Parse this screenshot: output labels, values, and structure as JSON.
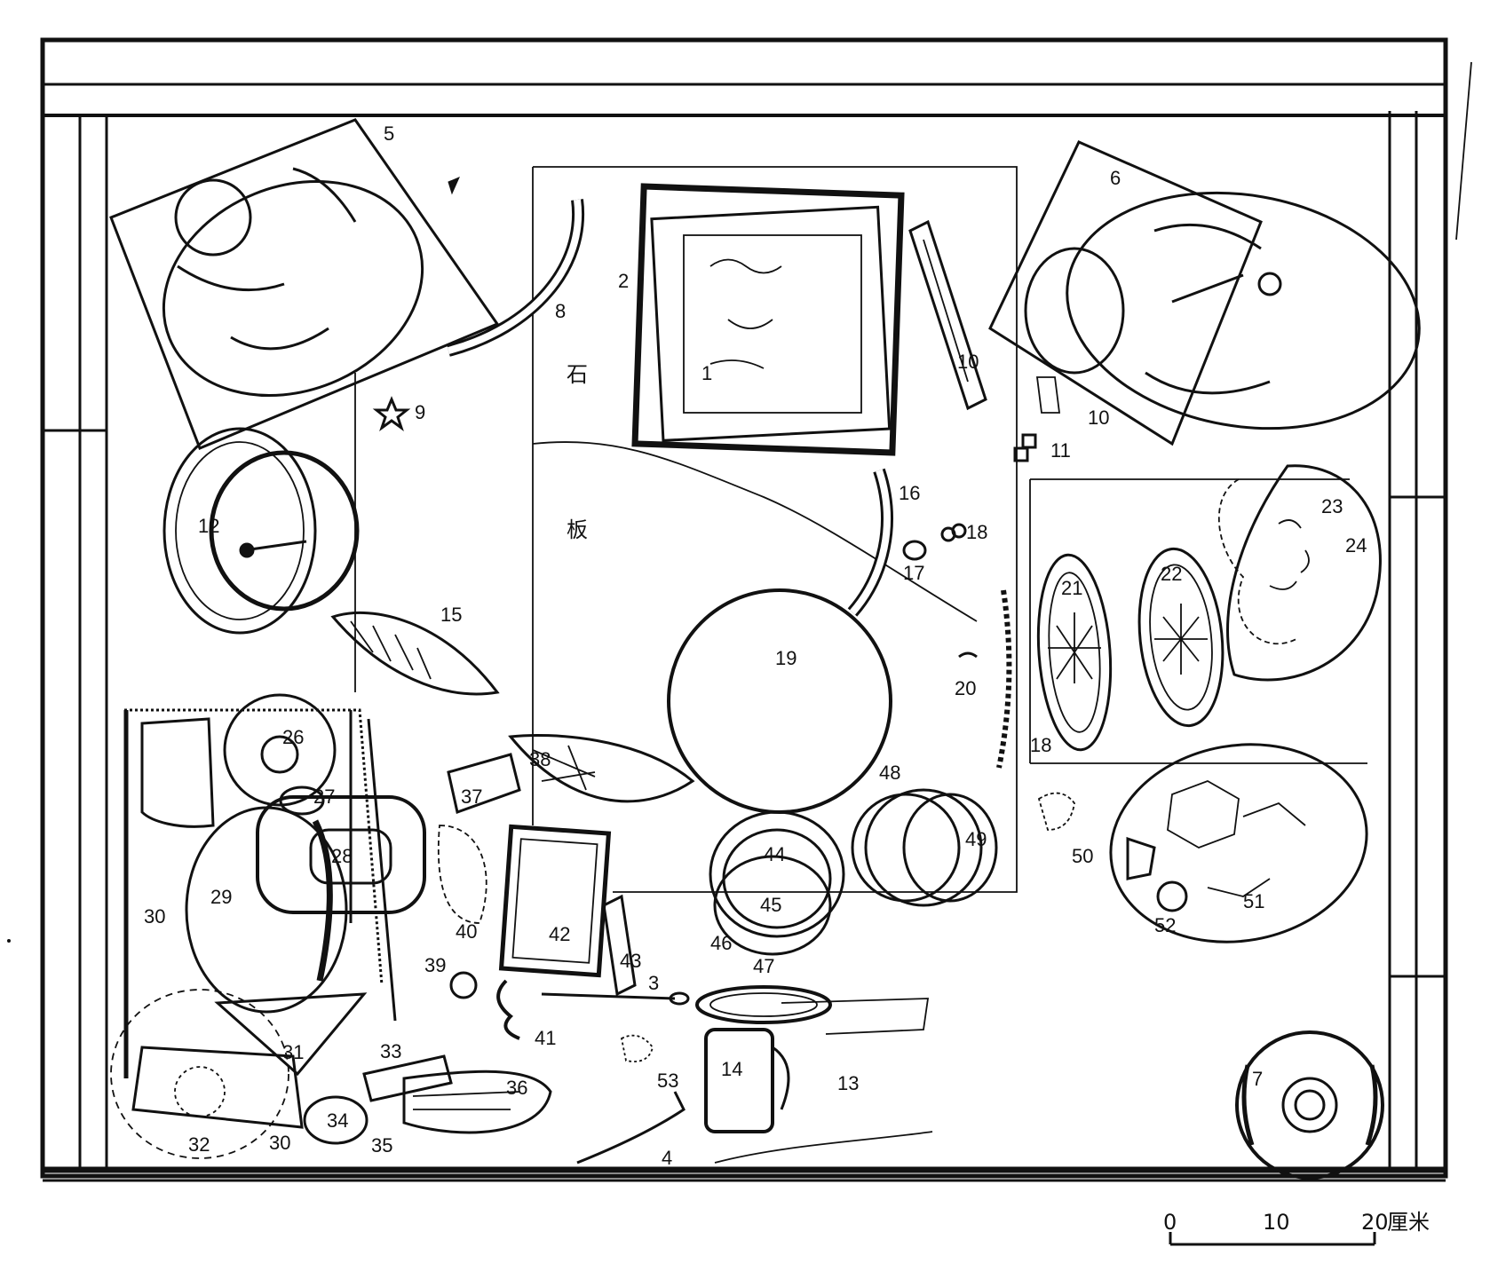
{
  "slab_chars": [
    "石",
    "板"
  ],
  "labels": [
    "1",
    "2",
    "3",
    "4",
    "5",
    "6",
    "7",
    "8",
    "9",
    "10",
    "10",
    "11",
    "12",
    "13",
    "14",
    "15",
    "16",
    "17",
    "18",
    "18",
    "19",
    "20",
    "21",
    "22",
    "23",
    "24",
    "26",
    "27",
    "28",
    "29",
    "30",
    "30",
    "31",
    "32",
    "33",
    "34",
    "35",
    "36",
    "37",
    "38",
    "39",
    "40",
    "41",
    "42",
    "43",
    "44",
    "45",
    "46",
    "47",
    "48",
    "49",
    "50",
    "51",
    "52",
    "53"
  ],
  "scale_bar": {
    "ticks": [
      "0",
      "10",
      "20"
    ],
    "unit": "厘米"
  },
  "colors": {
    "ink": "#111111",
    "paper": "#ffffff"
  }
}
